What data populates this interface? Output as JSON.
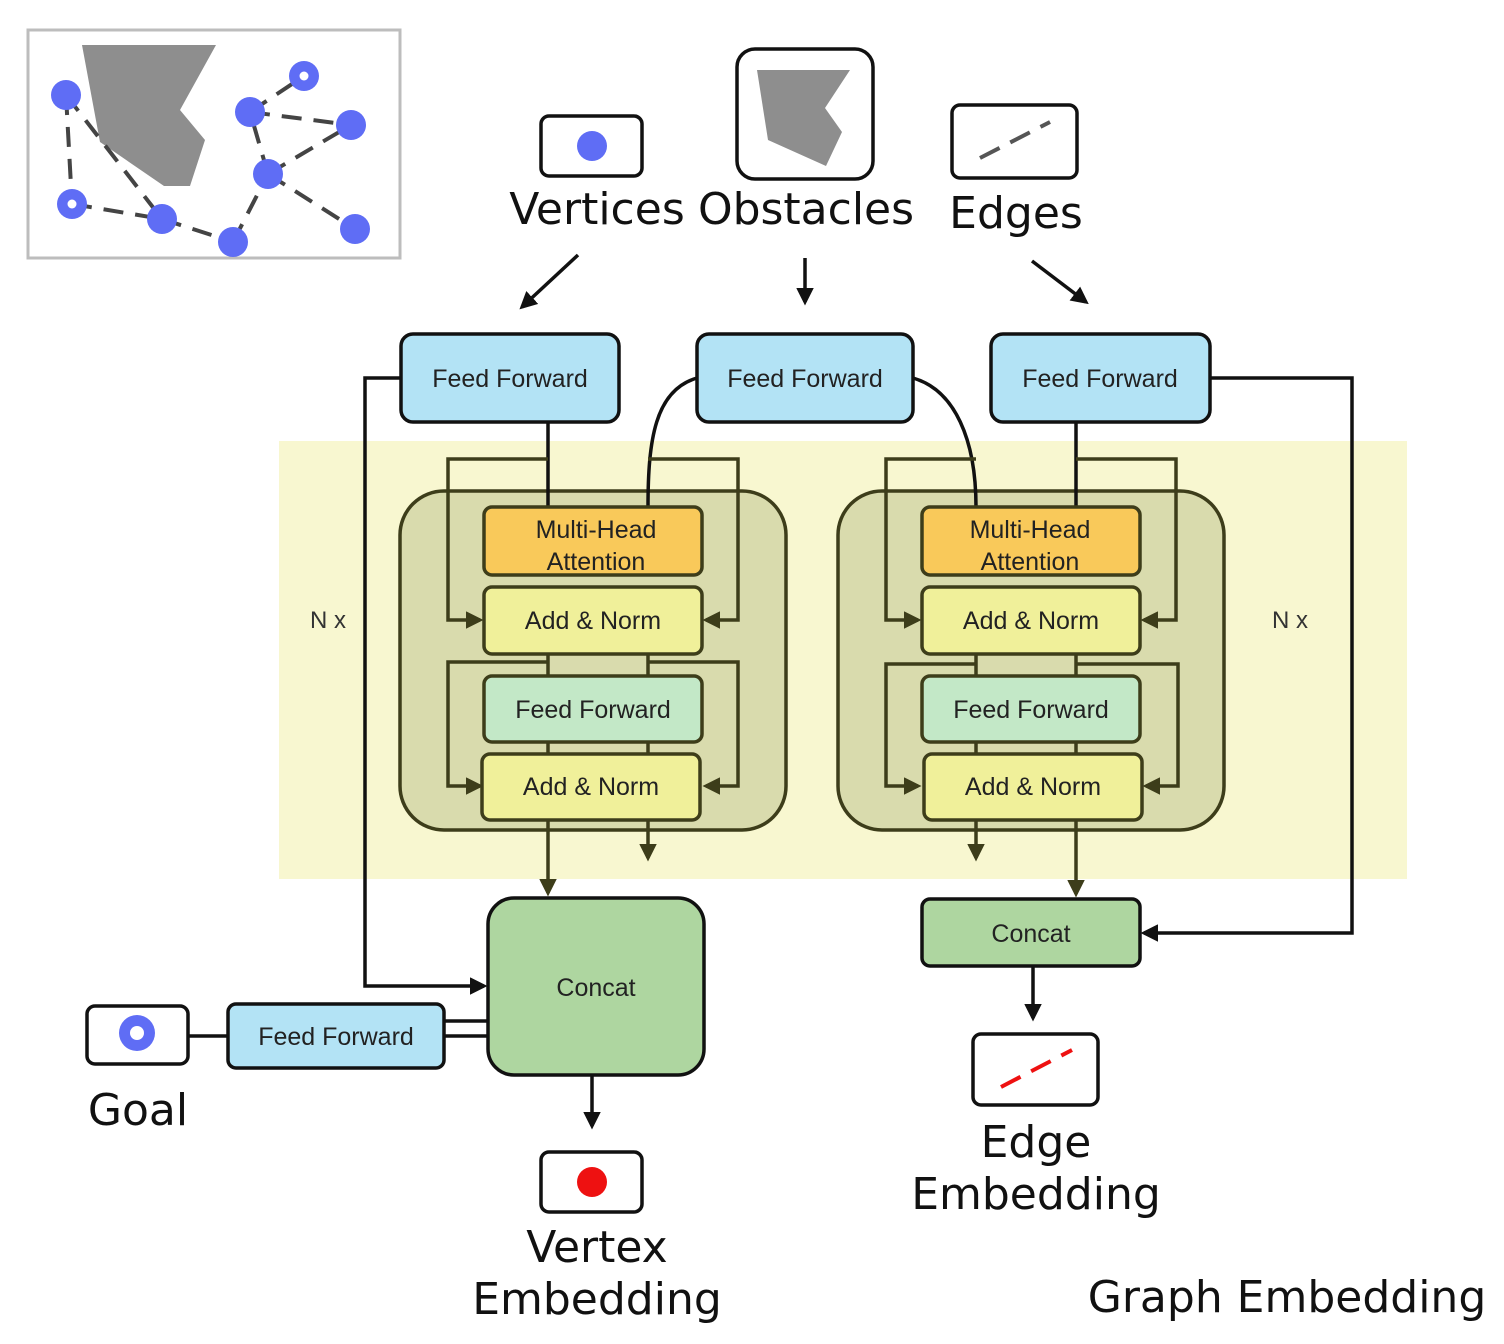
{
  "inputs": {
    "vertices": "Vertices",
    "obstacles": "Obstacles",
    "edges": "Edges",
    "goal": "Goal"
  },
  "blocks": {
    "feed_forward": "Feed Forward",
    "attention_line1": "Multi-Head",
    "attention_line2": "Attention",
    "add_norm": "Add & Norm",
    "concat": "Concat",
    "repeat": "N x"
  },
  "outputs": {
    "vertex_line1": "Vertex",
    "vertex_line2": "Embedding",
    "edge_line1": "Edge",
    "edge_line2": "Embedding",
    "graph": "Graph Embedding"
  },
  "colors": {
    "vertex_blue": "#5f6df5",
    "output_red": "#ee1111",
    "obstacle_gray": "#8e8e8e",
    "feed_forward_blue": "#b3e3f5",
    "attention_orange": "#f9c95a",
    "add_norm_yellow": "#f0f09a",
    "inner_feed_forward": "#c3e8c7",
    "concat_green": "#aed6a0",
    "encoder_band": "#f8f7d0",
    "encoder_block": "#d9dbad"
  }
}
